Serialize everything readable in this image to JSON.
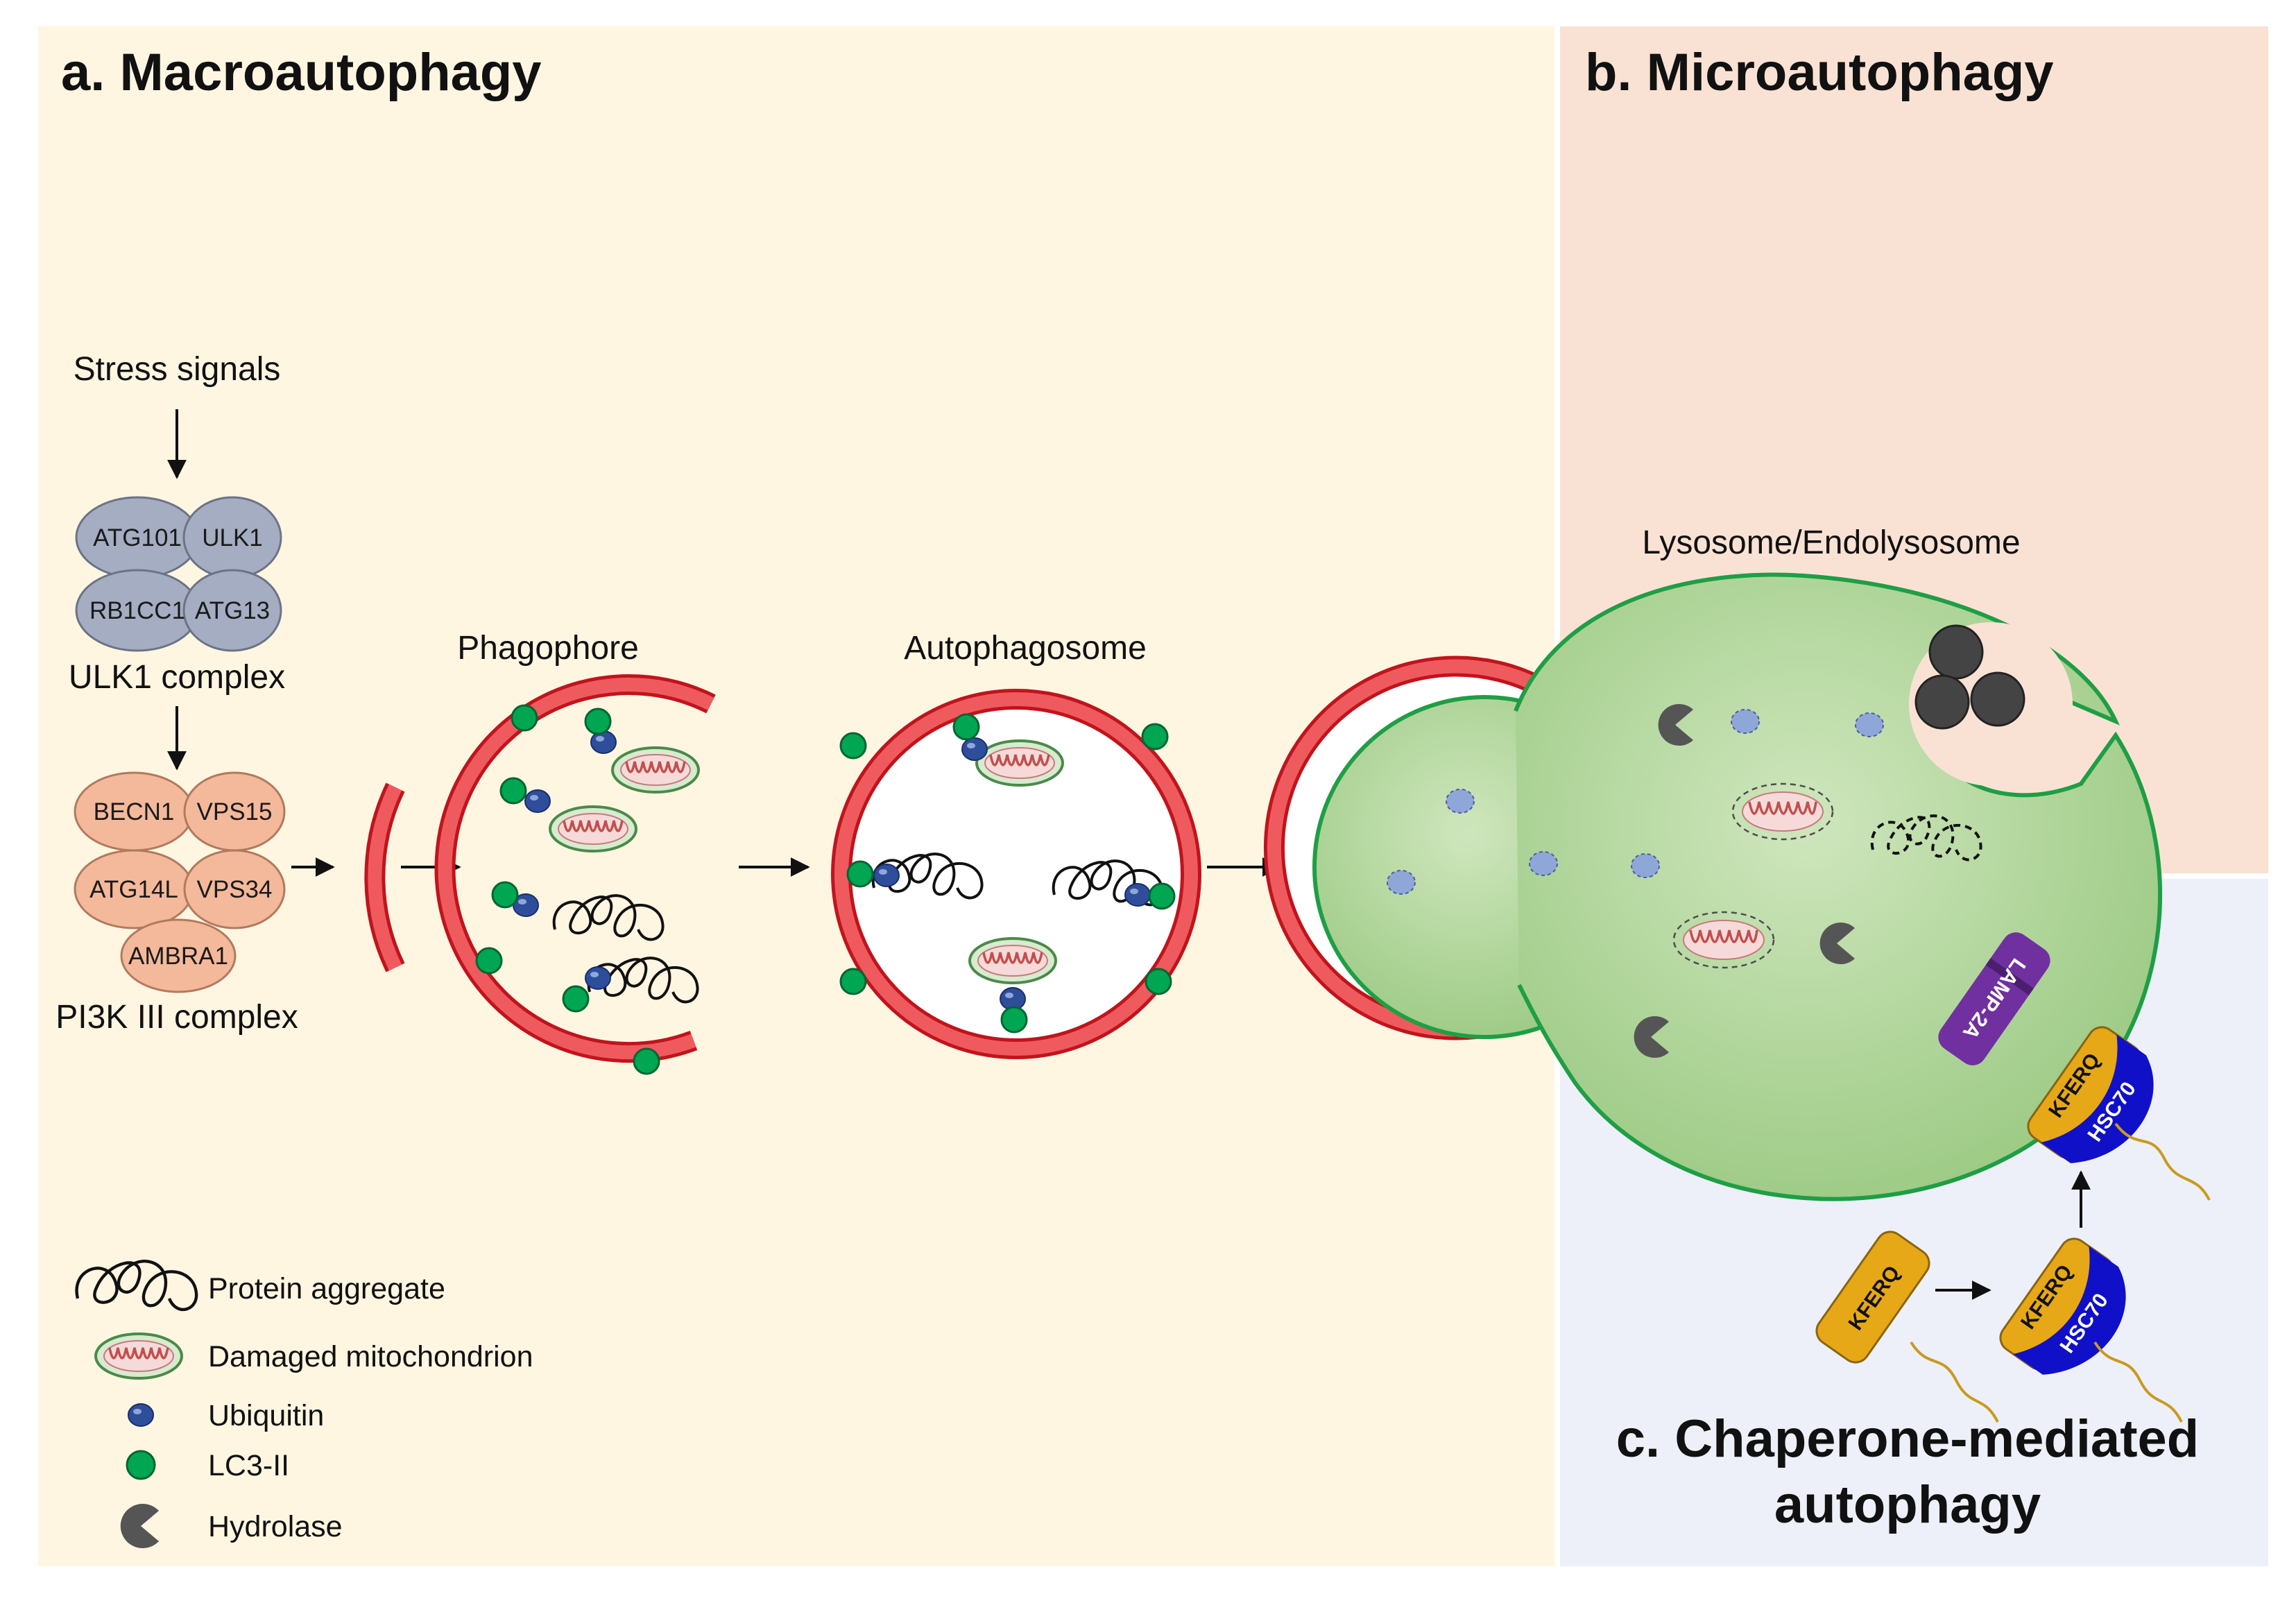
{
  "panels": {
    "macro": {
      "title": "a. Macroautophagy",
      "bg": "#fff6e2"
    },
    "micro": {
      "title": "b. Microautophagy",
      "bg": "#f9e2d4"
    },
    "cma": {
      "title_line1": "c. Chaperone-mediated",
      "title_line2": "autophagy",
      "bg": "#edf0f8"
    }
  },
  "labels": {
    "stress": "Stress signals",
    "ulk1_complex": "ULK1 complex",
    "pi3k_complex": "PI3K III complex",
    "phagophore": "Phagophore",
    "autophagosome": "Autophagosome",
    "lysosome": "Lysosome/Endolysosome"
  },
  "ulk1_nodes": [
    "ATG101",
    "ULK1",
    "RB1CC1",
    "ATG13"
  ],
  "pi3k_nodes": [
    "BECN1",
    "VPS15",
    "ATG14L",
    "VPS34",
    "AMBRA1"
  ],
  "cma": {
    "lamp": "LAMP-2A",
    "kferq": "KFERQ",
    "hsc70": "HSC70"
  },
  "legend": [
    {
      "icon": "protein-aggregate-icon",
      "label": "Protein aggregate"
    },
    {
      "icon": "mitochondrion-icon",
      "label": "Damaged mitochondrion"
    },
    {
      "icon": "ubiquitin-icon",
      "label": "Ubiquitin"
    },
    {
      "icon": "lc3-icon",
      "label": "LC3-II"
    },
    {
      "icon": "hydrolase-icon",
      "label": "Hydrolase"
    }
  ],
  "colors": {
    "ulk1_fill": "#a5adc2",
    "pi3k_fill": "#f4b99a",
    "membrane": "#e0262e",
    "lysosome": "#a9d18e",
    "lc3": "#00a651",
    "ubiquitin": "#2e4e9c",
    "hydrolase": "#555555",
    "hsc70": "#1010c8",
    "kferq": "#e6a817",
    "lamp": "#7030a0"
  }
}
